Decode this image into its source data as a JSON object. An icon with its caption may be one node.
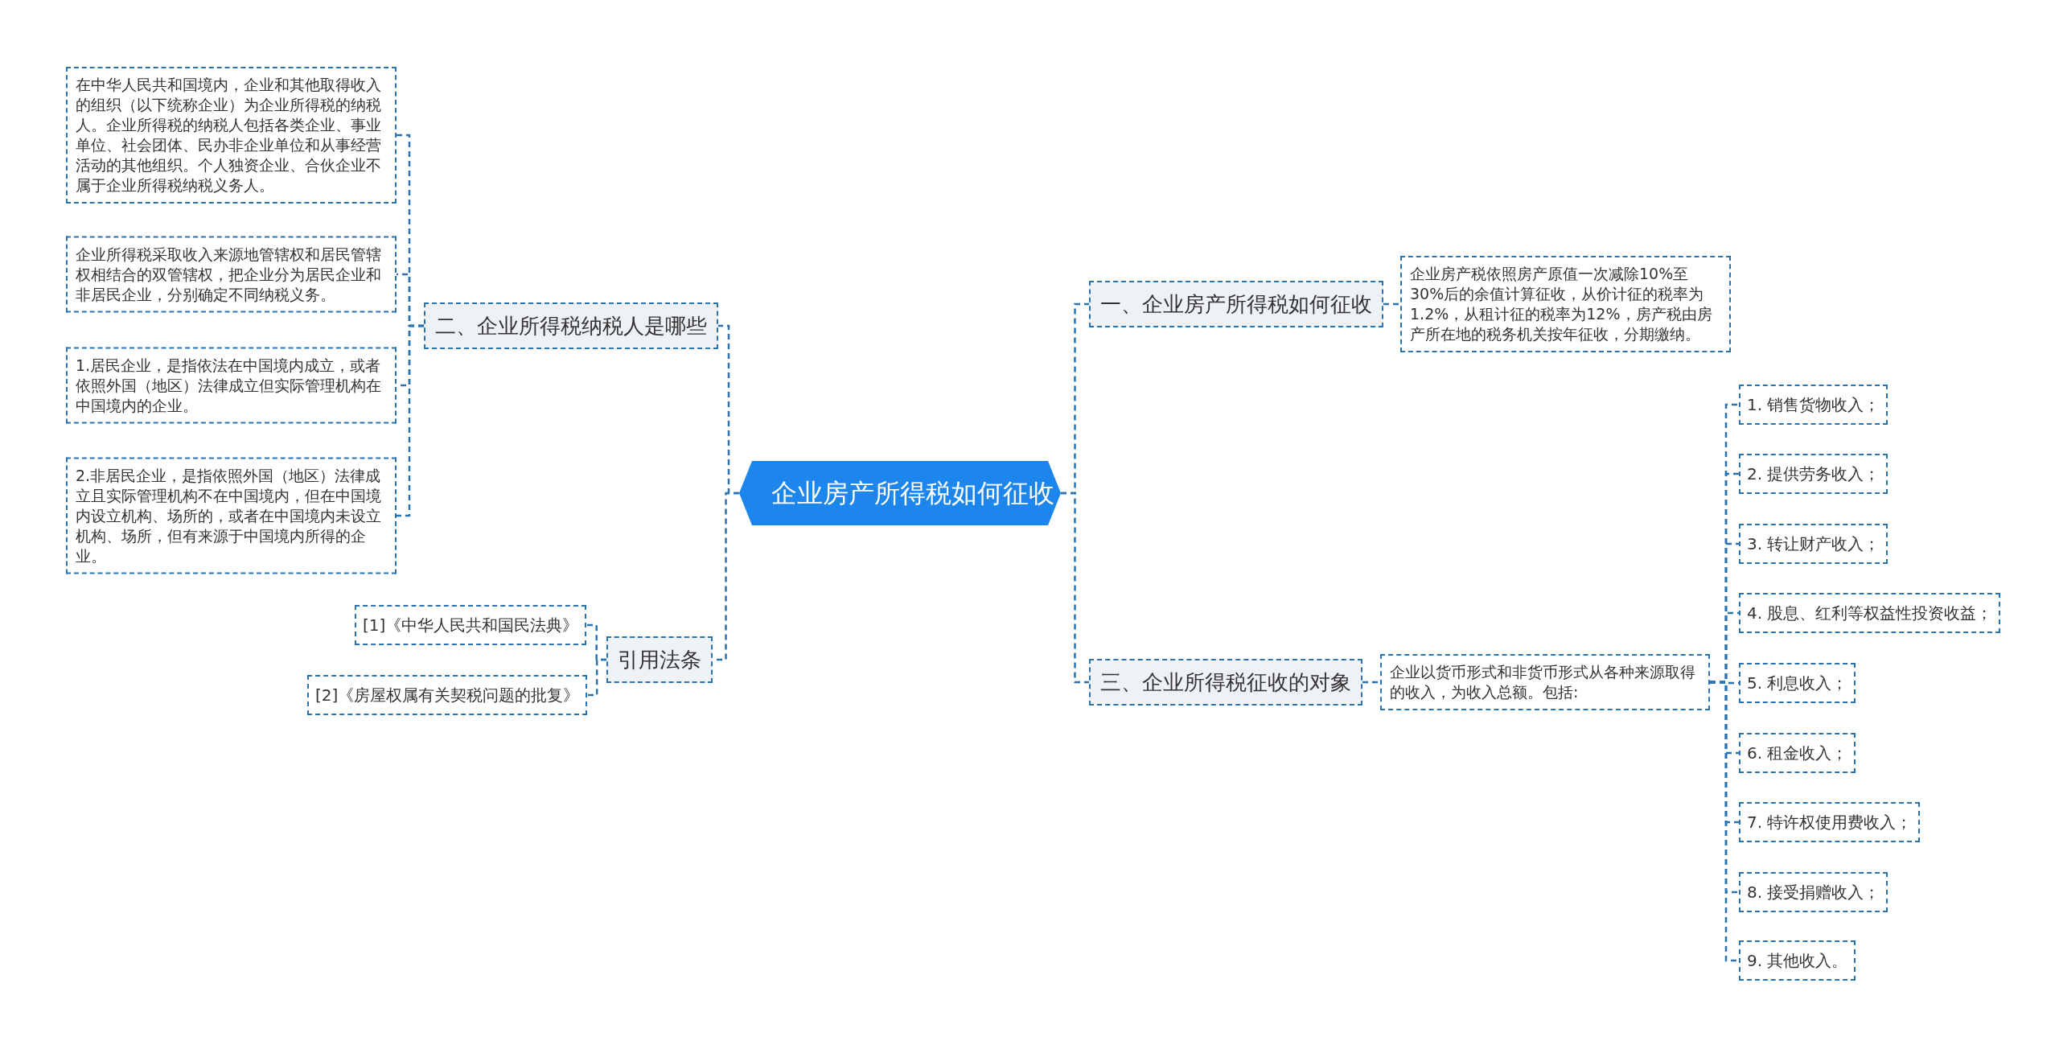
{
  "diagram": {
    "nodes": [
      {
        "text": [
          "企业房产所得税如何征收"
        ]
      },
      {
        "text": [
          "一、企业房产所得税如何征收"
        ]
      },
      {
        "text": [
          "企业房产税依照房产原值一次减除10%至30%后的余值计算征收，从价计征的税率为1.2%，从租计征的税率为12%，房产税由房产所在地的税务机关按年征收，分期缴纳。"
        ]
      },
      {
        "text": [
          "三、企业所得税征收的对象"
        ]
      },
      {
        "text": [
          "企业以货币形式和非货币形式从各种来源取得的收入，为收入总额。包括:"
        ]
      },
      {
        "text": [
          "1. 销售货物收入；"
        ]
      },
      {
        "text": [
          "2. 提供劳务收入；"
        ]
      },
      {
        "text": [
          "3. 转让财产收入；"
        ]
      },
      {
        "text": [
          "4. 股息、红利等权益性投资收益；"
        ]
      },
      {
        "text": [
          "5. 利息收入；"
        ]
      },
      {
        "text": [
          "6. 租金收入；"
        ]
      },
      {
        "text": [
          "7. 特许权使用费收入；"
        ]
      },
      {
        "text": [
          "8. 接受捐赠收入；"
        ]
      },
      {
        "text": [
          "9. 其他收入。"
        ]
      },
      {
        "text": [
          "二、企业所得税纳税人是哪些"
        ]
      },
      {
        "text": [
          "在中华人民共和国境内，企业和其他取得收入的组织（以下统称企业）为企业所得税的纳税人。企业所得税的纳税人包括各类企业、事业单位、社会团体、民办非企业单位和从事经营活动的其他组织。个人独资企业、合伙企业不属于企业所得税纳税义务人。"
        ]
      },
      {
        "text": [
          "企业所得税采取收入来源地管辖权和居民管辖权相结合的双管辖权，把企业分为居民企业和非居民企业，分别确定不同纳税义务。"
        ]
      },
      {
        "text": [
          "1.居民企业，是指依法在中国境内成立，或者依照外国（地区）法律成立但实际管理机构在中国境内的企业。"
        ]
      },
      {
        "text": [
          "2.非居民企业，是指依照外国（地区）法律成立且实际管理机构不在中国境内，但在中国境内设立机构、场所的，或者在中国境内未设立机构、场所，但有来源于中国境内所得的企业。"
        ]
      },
      {
        "text": [
          "引用法条"
        ]
      },
      {
        "text": [
          "[1]《中华人民共和国民法典》"
        ]
      },
      {
        "text": [
          "[2]《房屋权属有关契税问题的批复》"
        ]
      }
    ],
    "edges": [
      {
        "from": 0,
        "to": 1,
        "arrow": "none"
      },
      {
        "from": 1,
        "to": 2,
        "arrow": "none"
      },
      {
        "from": 0,
        "to": 3,
        "arrow": "none"
      },
      {
        "from": 3,
        "to": 4,
        "arrow": "none"
      },
      {
        "from": 4,
        "to": 5,
        "arrow": "none"
      },
      {
        "from": 4,
        "to": 6,
        "arrow": "none"
      },
      {
        "from": 4,
        "to": 7,
        "arrow": "none"
      },
      {
        "from": 4,
        "to": 8,
        "arrow": "none"
      },
      {
        "from": 4,
        "to": 9,
        "arrow": "none"
      },
      {
        "from": 4,
        "to": 10,
        "arrow": "none"
      },
      {
        "from": 4,
        "to": 11,
        "arrow": "none"
      },
      {
        "from": 4,
        "to": 12,
        "arrow": "none"
      },
      {
        "from": 4,
        "to": 13,
        "arrow": "none"
      },
      {
        "from": 0,
        "to": 14,
        "arrow": "none"
      },
      {
        "from": 14,
        "to": 15,
        "arrow": "none"
      },
      {
        "from": 14,
        "to": 16,
        "arrow": "none"
      },
      {
        "from": 14,
        "to": 17,
        "arrow": "none"
      },
      {
        "from": 14,
        "to": 18,
        "arrow": "none"
      },
      {
        "from": 0,
        "to": 19,
        "arrow": "none"
      },
      {
        "from": 19,
        "to": 20,
        "arrow": "none"
      },
      {
        "from": 19,
        "to": 21,
        "arrow": "none"
      }
    ]
  }
}
